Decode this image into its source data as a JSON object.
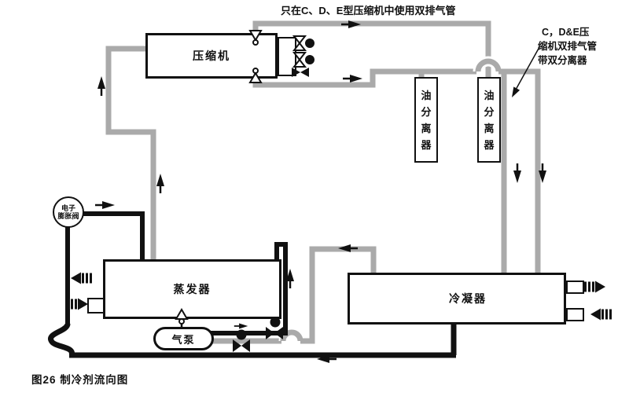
{
  "figure": {
    "top_note": "只在C、D、E型压缩机中使用双排气管",
    "side_note_lines": [
      "C，D&E压",
      "缩机双排气管",
      "带双分离器"
    ],
    "caption": "图26 制冷剂流向图"
  },
  "components": {
    "compressor": {
      "label": "压缩机"
    },
    "evaporator": {
      "label": "蒸发器"
    },
    "condenser": {
      "label": "冷凝器"
    },
    "gas_pump": {
      "label": "气泵"
    },
    "oil_separator_1": {
      "chars": [
        "油",
        "分",
        "离",
        "器"
      ]
    },
    "oil_separator_2": {
      "chars": [
        "油",
        "分",
        "离",
        "器"
      ]
    },
    "electronic_expansion_valve": {
      "line1": "电子",
      "line2": "膨胀阀"
    }
  },
  "colors": {
    "pipe_gray": "#aaaaaa",
    "pipe_black": "#111111",
    "background": "#ffffff"
  }
}
